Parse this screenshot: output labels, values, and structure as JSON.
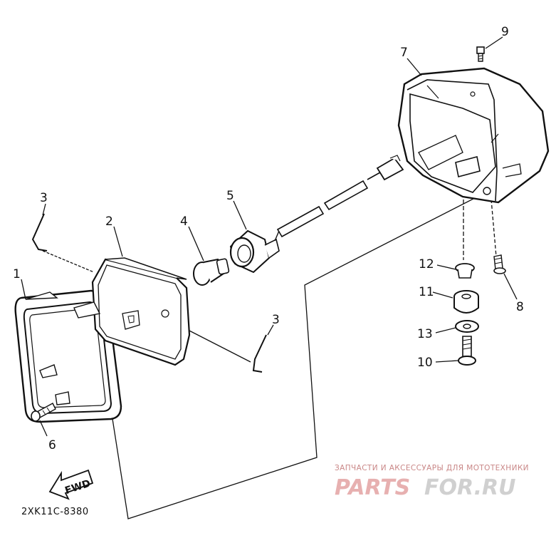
{
  "diagram": {
    "reference_code": "2XK11C-8380",
    "fwd_label": "FWD",
    "callouts": [
      {
        "id": "c1",
        "label": "1"
      },
      {
        "id": "c2",
        "label": "2"
      },
      {
        "id": "c3a",
        "label": "3"
      },
      {
        "id": "c3b",
        "label": "3"
      },
      {
        "id": "c4",
        "label": "4"
      },
      {
        "id": "c5",
        "label": "5"
      },
      {
        "id": "c6",
        "label": "6"
      },
      {
        "id": "c7",
        "label": "7"
      },
      {
        "id": "c8",
        "label": "8"
      },
      {
        "id": "c9",
        "label": "9"
      },
      {
        "id": "c10",
        "label": "10"
      },
      {
        "id": "c11",
        "label": "11"
      },
      {
        "id": "c12",
        "label": "12"
      },
      {
        "id": "c13",
        "label": "13"
      }
    ]
  },
  "watermark": {
    "tagline": "ЗАПЧАСТИ И АКСЕССУАРЫ ДЛЯ МОТОТЕХНИКИ",
    "logo_part1": "PARTS",
    "logo_part2": "FOR.RU",
    "color_light": "#e7b0b0",
    "color_dark": "#d0d0d0"
  },
  "colors": {
    "line": "#111111",
    "background": "#ffffff"
  }
}
